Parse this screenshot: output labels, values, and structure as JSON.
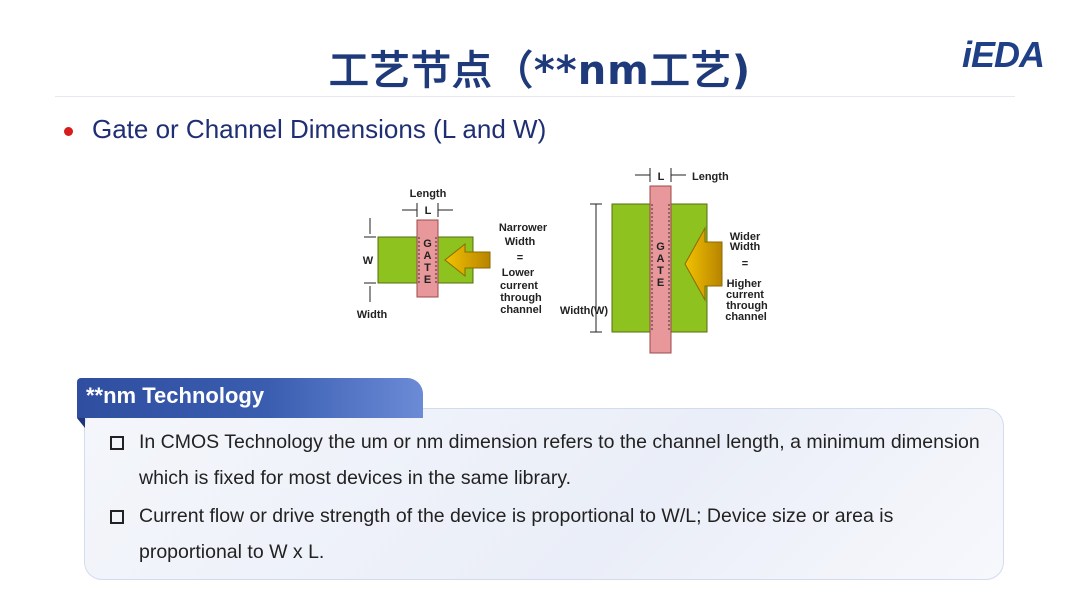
{
  "header": {
    "title": "工艺节点（**nm工艺)",
    "logo": "iEDA"
  },
  "bullet": {
    "text": "Gate or Channel Dimensions (L and W)"
  },
  "diagram": {
    "left": {
      "length_label": "Length",
      "l_label": "L",
      "w_label": "W",
      "width_label": "Width",
      "gate_letters": [
        "G",
        "A",
        "T",
        "E"
      ],
      "desc": [
        "Narrower",
        "Width",
        "=",
        "Lower",
        "current",
        "through",
        "channel"
      ]
    },
    "right": {
      "length_label": "Length",
      "l_label": "L",
      "width_label": "Width(W)",
      "gate_letters": [
        "G",
        "A",
        "T",
        "E"
      ],
      "desc": [
        "Wider",
        "Width",
        "=",
        "Higher",
        "current",
        "through",
        "channel"
      ]
    },
    "colors": {
      "channel": "#8dc21f",
      "gate": "#e8989a",
      "arrow": "#d9a800"
    }
  },
  "box": {
    "tag": "**nm Technology",
    "items": [
      {
        "text": "In CMOS Technology the um or nm dimension refers to the channel length, a minimum dimension which is fixed for most devices in the same library."
      },
      {
        "text": "Current flow or drive strength of the device is proportional to W/L; Device size or area is proportional to W x L."
      }
    ]
  }
}
